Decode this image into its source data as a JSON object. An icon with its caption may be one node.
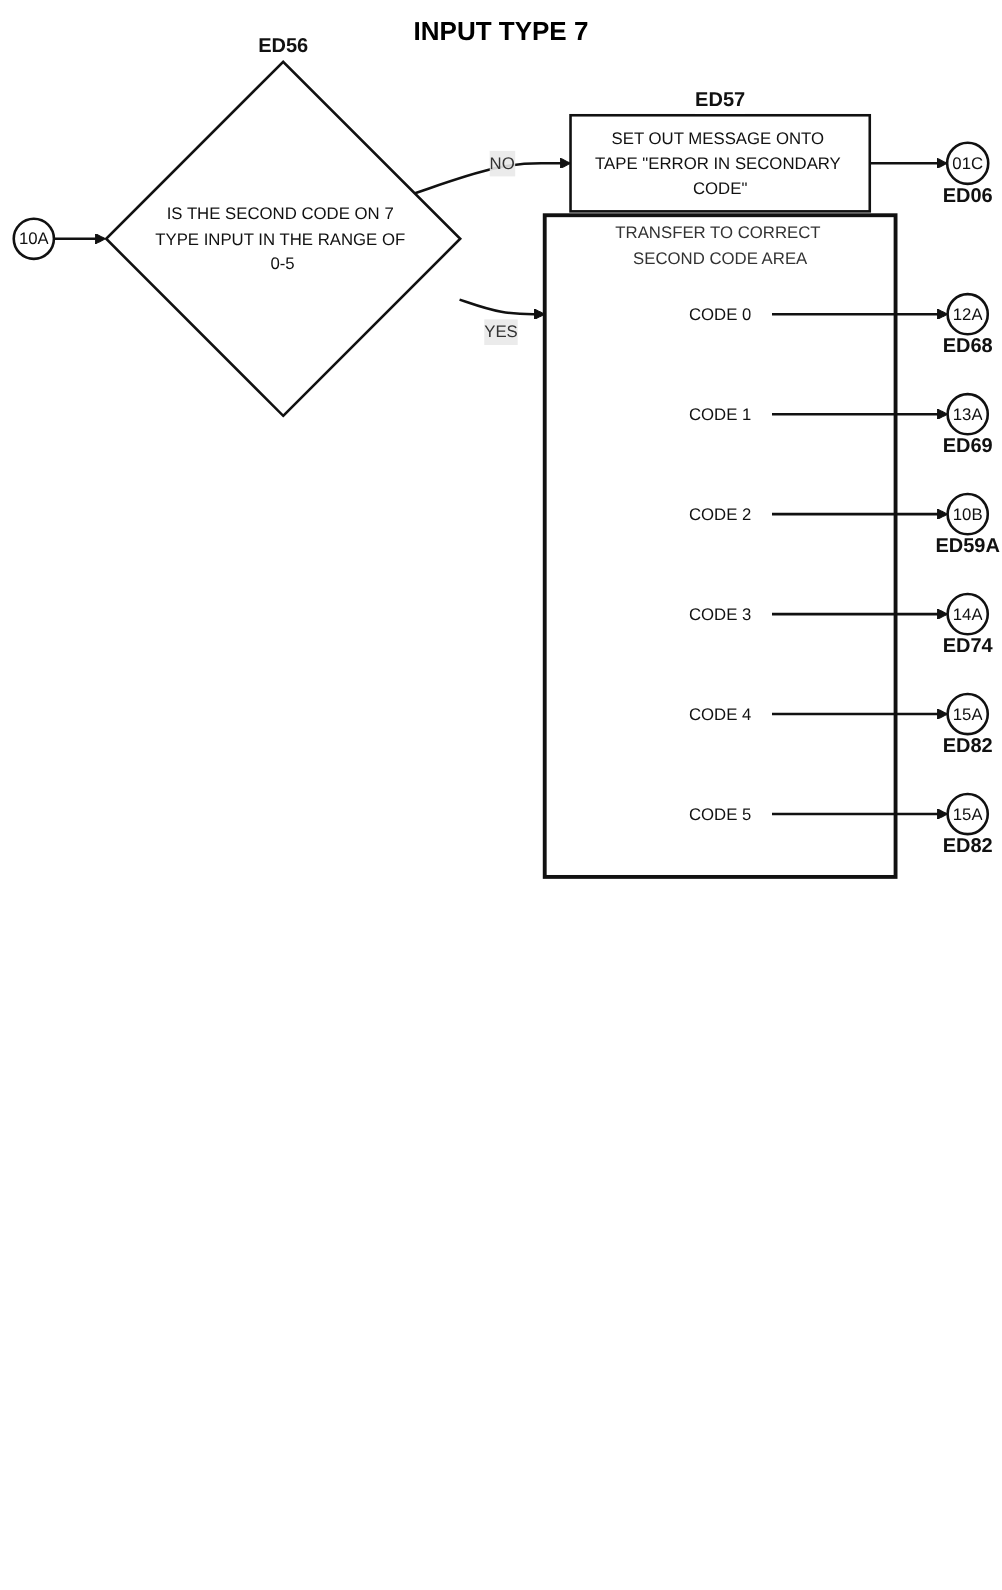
{
  "diagram": {
    "title": "INPUT TYPE 7",
    "nodes": [
      {
        "text": [
          "10A"
        ]
      },
      {
        "text": [
          "IS THE SECOND CODE ON 7 TYPE INPUT IN THE RANGE OF 0-5"
        ],
        "beside": [
          "ED56"
        ]
      },
      {
        "text": [
          "SET OUT MESSAGE ONTO TAPE \"ERROR IN SECONDARY CODE\""
        ],
        "beside": [
          "ED57"
        ]
      },
      {
        "text": [
          "01C"
        ],
        "beside": [
          "ED06"
        ]
      },
      {
        "text": [
          "TRANSFER TO CORRECT SECOND CODE AREA"
        ]
      },
      {
        "text": [
          "CODE 0"
        ],
        "in": 4
      },
      {
        "text": [
          "CODE 1"
        ],
        "in": 4
      },
      {
        "text": [
          "CODE 2"
        ],
        "in": 4
      },
      {
        "text": [
          "CODE 3"
        ],
        "in": 4
      },
      {
        "text": [
          "CODE 4"
        ],
        "in": 4
      },
      {
        "text": [
          "CODE 5"
        ],
        "in": 4
      },
      {
        "text": [
          "12A"
        ],
        "beside": [
          "ED68"
        ]
      },
      {
        "text": [
          "13A"
        ],
        "beside": [
          "ED69"
        ]
      },
      {
        "text": [
          "10B"
        ],
        "beside": [
          "ED59A"
        ]
      },
      {
        "text": [
          "14A"
        ],
        "beside": [
          "ED74"
        ]
      },
      {
        "text": [
          "15A"
        ],
        "beside": [
          "ED82"
        ]
      },
      {
        "text": [
          "15A"
        ],
        "beside": [
          "ED82"
        ]
      }
    ],
    "edges": [
      {
        "from": 0,
        "to": 1,
        "arrow": "to"
      },
      {
        "from": 1,
        "to": 2,
        "arrow": "to",
        "label": "NO"
      },
      {
        "from": 2,
        "to": 3,
        "arrow": "to"
      },
      {
        "from": 1,
        "to": 4,
        "arrow": "to",
        "label": "YES"
      },
      {
        "from": 5,
        "to": 11,
        "arrow": "to"
      },
      {
        "from": 6,
        "to": 12,
        "arrow": "to"
      },
      {
        "from": 7,
        "to": 13,
        "arrow": "to"
      },
      {
        "from": 8,
        "to": 14,
        "arrow": "to"
      },
      {
        "from": 9,
        "to": 15,
        "arrow": "to"
      },
      {
        "from": 10,
        "to": 16,
        "arrow": "to"
      }
    ]
  }
}
